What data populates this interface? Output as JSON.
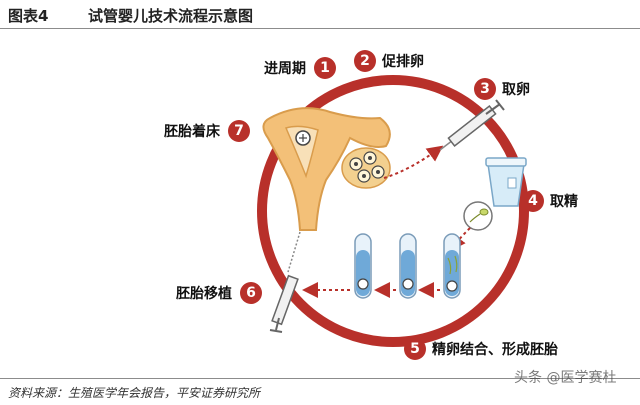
{
  "header": {
    "figure_label": "图表4",
    "title": "试管婴儿技术流程示意图"
  },
  "steps": [
    {
      "num": "1",
      "label": "进周期"
    },
    {
      "num": "2",
      "label": "促排卵"
    },
    {
      "num": "3",
      "label": "取卵"
    },
    {
      "num": "4",
      "label": "取精"
    },
    {
      "num": "5",
      "label": "精卵结合、形成胚胎"
    },
    {
      "num": "6",
      "label": "胚胎移植"
    },
    {
      "num": "7",
      "label": "胚胎着床"
    }
  ],
  "footer": {
    "source": "资料来源：生殖医学年会报告，平安证券研究所"
  },
  "watermark": {
    "text": "头条 @医学赛杜"
  },
  "colors": {
    "ring": "#b8302a",
    "number_badge": "#b8302a",
    "uterus": "#f3c078",
    "tube_fluid": "#6fa9d8"
  }
}
